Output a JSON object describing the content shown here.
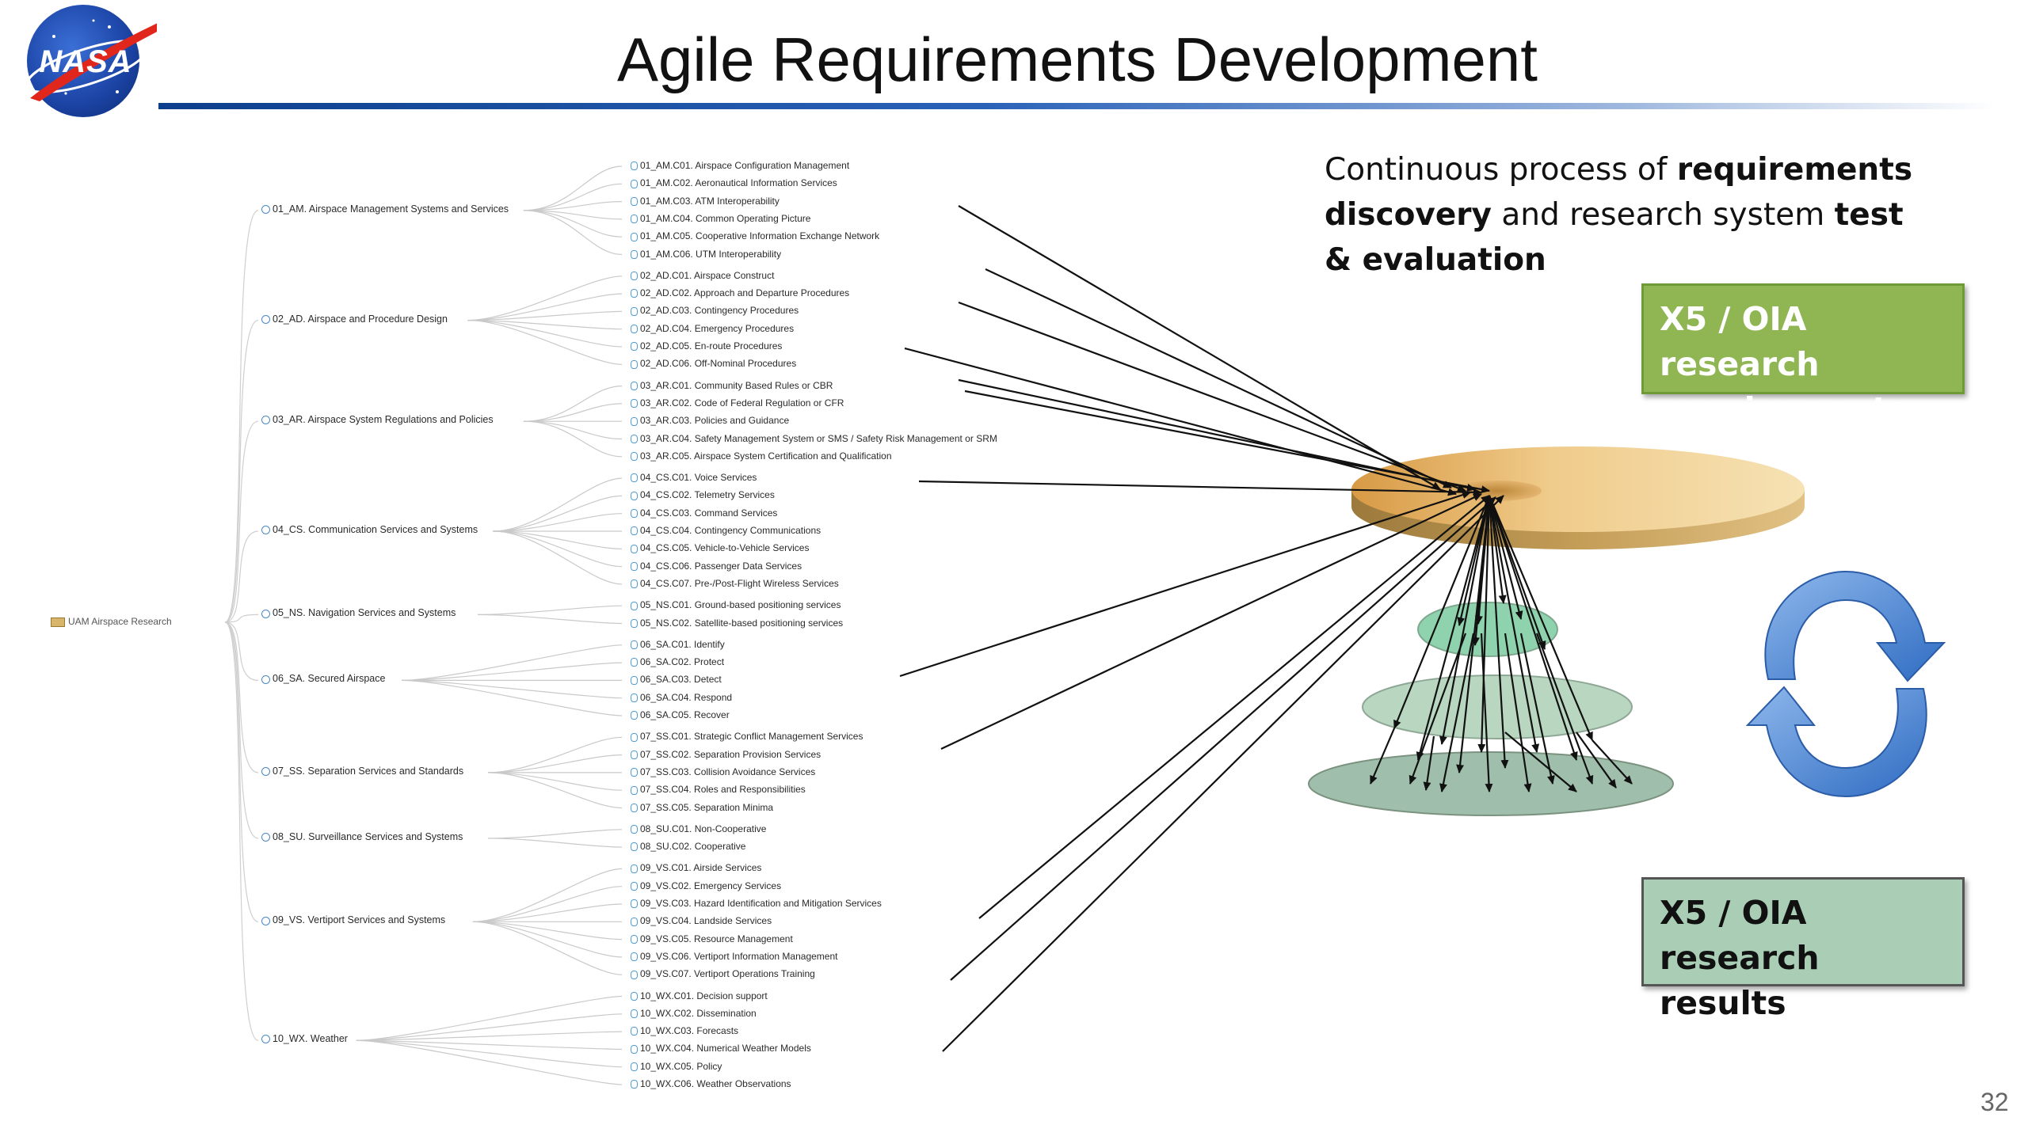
{
  "slide": {
    "logo_text": "NASA",
    "title": "Agile Requirements Development",
    "page_number": "32"
  },
  "tree": {
    "root": "UAM Airspace Research",
    "groups": [
      {
        "label": "01_AM. Airspace Management Systems and Services",
        "children": [
          "01_AM.C01. Airspace Configuration Management",
          "01_AM.C02. Aeronautical Information Services",
          "01_AM.C03. ATM Interoperability",
          "01_AM.C04. Common Operating Picture",
          "01_AM.C05. Cooperative Information Exchange Network",
          "01_AM.C06. UTM Interoperability"
        ]
      },
      {
        "label": "02_AD. Airspace and Procedure Design",
        "children": [
          "02_AD.C01. Airspace Construct",
          "02_AD.C02. Approach and Departure Procedures",
          "02_AD.C03. Contingency Procedures",
          "02_AD.C04. Emergency Procedures",
          "02_AD.C05. En-route Procedures",
          "02_AD.C06. Off-Nominal Procedures"
        ]
      },
      {
        "label": "03_AR. Airspace System Regulations and Policies",
        "children": [
          "03_AR.C01. Community Based Rules or CBR",
          "03_AR.C02. Code of Federal Regulation or CFR",
          "03_AR.C03. Policies and Guidance",
          "03_AR.C04. Safety Management System or SMS / Safety Risk Management or SRM",
          "03_AR.C05. Airspace System Certification and Qualification"
        ]
      },
      {
        "label": "04_CS. Communication Services and Systems",
        "children": [
          "04_CS.C01. Voice Services",
          "04_CS.C02. Telemetry Services",
          "04_CS.C03. Command Services",
          "04_CS.C04. Contingency Communications",
          "04_CS.C05. Vehicle-to-Vehicle Services",
          "04_CS.C06. Passenger Data Services",
          "04_CS.C07. Pre-/Post-Flight Wireless Services"
        ]
      },
      {
        "label": "05_NS. Navigation Services and Systems",
        "children": [
          "05_NS.C01. Ground-based positioning services",
          "05_NS.C02. Satellite-based positioning services"
        ]
      },
      {
        "label": "06_SA. Secured Airspace",
        "children": [
          "06_SA.C01. Identify",
          "06_SA.C02. Protect",
          "06_SA.C03. Detect",
          "06_SA.C04. Respond",
          "06_SA.C05. Recover"
        ]
      },
      {
        "label": "07_SS. Separation Services and Standards",
        "children": [
          "07_SS.C01. Strategic Conflict Management Services",
          "07_SS.C02. Separation Provision Services",
          "07_SS.C03. Collision Avoidance Services",
          "07_SS.C04. Roles and Responsibilities",
          "07_SS.C05. Separation Minima"
        ]
      },
      {
        "label": "08_SU. Surveillance Services and Systems",
        "children": [
          "08_SU.C01. Non-Cooperative",
          "08_SU.C02. Cooperative"
        ]
      },
      {
        "label": "09_VS. Vertiport Services and Systems",
        "children": [
          "09_VS.C01. Airside Services",
          "09_VS.C02. Emergency Services",
          "09_VS.C03. Hazard Identification and Mitigation Services",
          "09_VS.C04. Landside Services",
          "09_VS.C05. Resource Management",
          "09_VS.C06. Vertiport Information Management",
          "09_VS.C07. Vertiport Operations Training"
        ]
      },
      {
        "label": "10_WX. Weather",
        "children": [
          "10_WX.C01. Decision support",
          "10_WX.C02. Dissemination",
          "10_WX.C03. Forecasts",
          "10_WX.C04. Numerical Weather Models",
          "10_WX.C05. Policy",
          "10_WX.C06. Weather Observations"
        ]
      }
    ]
  },
  "process_text": {
    "part1": "Continuous process of ",
    "bold1": "requirements discovery",
    "part2": " and research system ",
    "bold2": "test & evaluation"
  },
  "callouts": {
    "requirements": "X5 / OIA research requirements",
    "results": "X5 / OIA research results"
  },
  "colors": {
    "title_rule": "#0d3f8c",
    "requirements_box": "#8fb653",
    "results_box": "#a9cdb5",
    "disk_gold": "#e8b870",
    "cycle_arrows": "#4a86d0"
  }
}
